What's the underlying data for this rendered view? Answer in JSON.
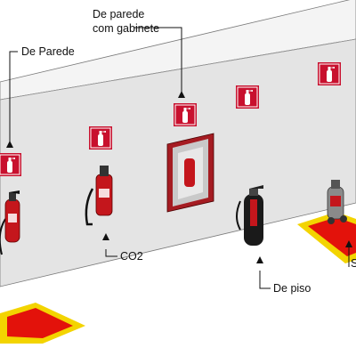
{
  "labels": {
    "wall": "De Parede",
    "cabinet_line1": "De parede",
    "cabinet_line2": "com gabinete",
    "co2": "CO2",
    "floor": "De piso",
    "cart": "S"
  },
  "colors": {
    "sign_red": "#c8102e",
    "extinguisher_red": "#c4161c",
    "extinguisher_dark": "#1a1a1a",
    "floor_yellow": "#f3d400",
    "floor_red": "#e3120b",
    "wall": "#e4e4e4",
    "wall_top": "#f4f4f4",
    "cabinet": "#a51c22"
  },
  "icons": [
    "extinguisher-sign-icon",
    "arrow-up-icon"
  ]
}
